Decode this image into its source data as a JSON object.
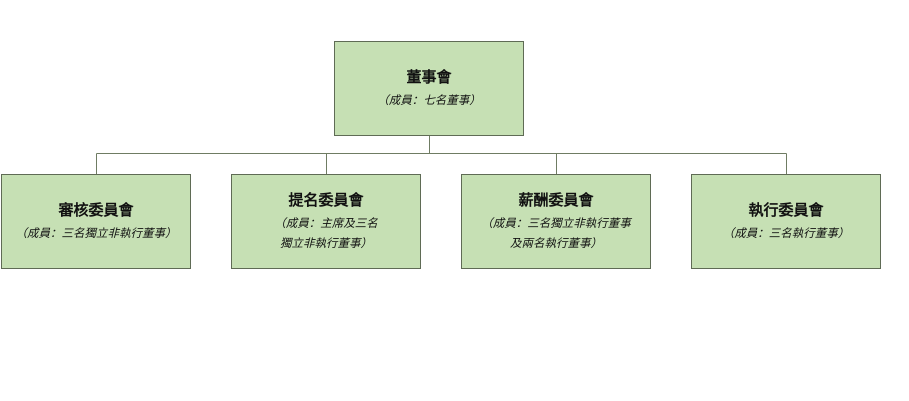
{
  "colors": {
    "box_fill": "#c6e0b4",
    "box_border": "#5f6b55",
    "connector": "#6f7c63"
  },
  "org": {
    "root": {
      "title": "董事會",
      "member_lines": [
        "（成員：七名董事）"
      ]
    },
    "children": [
      {
        "title": "審核委員會",
        "member_lines": [
          "（成員：三名獨立非執行董事）"
        ]
      },
      {
        "title": "提名委員會",
        "member_lines": [
          "（成員：主席及三名",
          "獨立非執行董事）"
        ]
      },
      {
        "title": "薪酬委員會",
        "member_lines": [
          "（成員：三名獨立非執行董事",
          "及兩名執行董事）"
        ]
      },
      {
        "title": "執行委員會",
        "member_lines": [
          "（成員：三名執行董事）"
        ]
      }
    ]
  }
}
